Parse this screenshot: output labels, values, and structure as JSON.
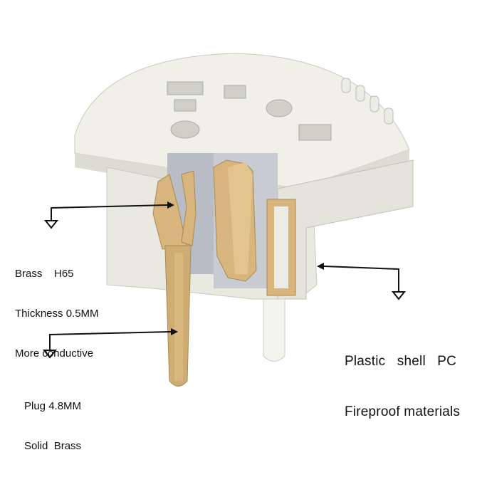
{
  "callouts": {
    "contact": {
      "line1": "Brass    H65",
      "line2": "Thickness 0.5MM",
      "line3": "More conductive"
    },
    "pin": {
      "line1": "Plug 4.8MM",
      "line2": "Solid  Brass"
    },
    "shell": {
      "line1": "Plastic   shell   PC",
      "line2": "Fireproof materials"
    }
  },
  "colors": {
    "plastic": "#ecece4",
    "plastic_shadow": "#c9cac2",
    "brass": "#d7b57c",
    "brass_dark": "#a98a52",
    "interior": "#b8bcc4",
    "line": "#111111"
  }
}
